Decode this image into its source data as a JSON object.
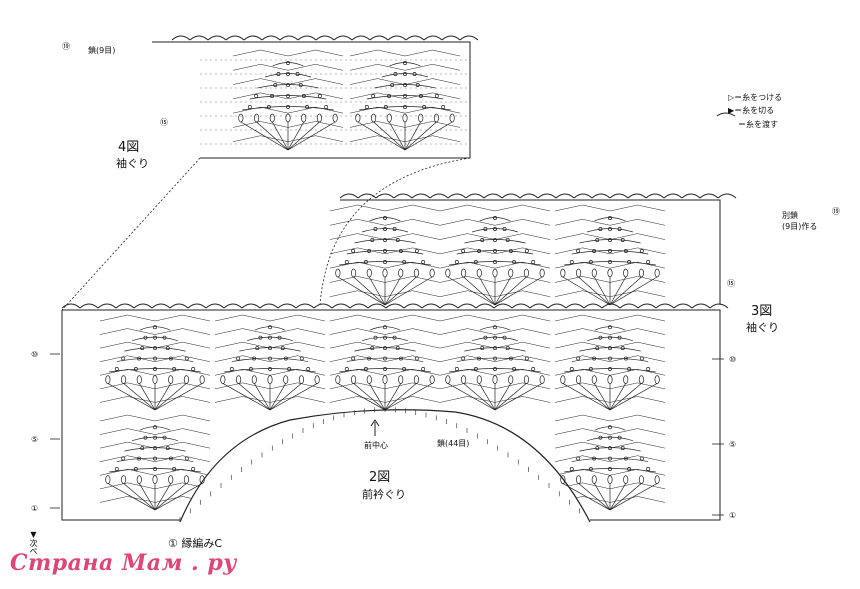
{
  "figure4": {
    "title": "4図",
    "subtitle": "袖ぐり",
    "chain_label": "鎖(9目)",
    "row_top": "⑲",
    "row_mid": "⑮"
  },
  "figure3": {
    "title": "3図",
    "subtitle": "袖ぐり",
    "chain_label": "別鎖\n(9目)作る",
    "row_top": "⑲",
    "row_mid": "⑮"
  },
  "figure2": {
    "title": "2図",
    "subtitle": "前衿ぐり",
    "center_label": "前中心",
    "chain_label": "鎖(44目)",
    "edge_label": "① 縁編みC"
  },
  "rows_left": [
    "⑩",
    "⑤",
    "①"
  ],
  "rows_right": [
    "⑩",
    "⑤",
    "①"
  ],
  "legend": {
    "attach": "▷＝糸をつける",
    "cut": "▶＝糸を切る",
    "carry": "＝糸を渡す"
  },
  "side_note": "▼次ペ",
  "watermark": "Страна Мам . ру",
  "colors": {
    "ink": "#222222",
    "watermark": "#e0457a"
  }
}
